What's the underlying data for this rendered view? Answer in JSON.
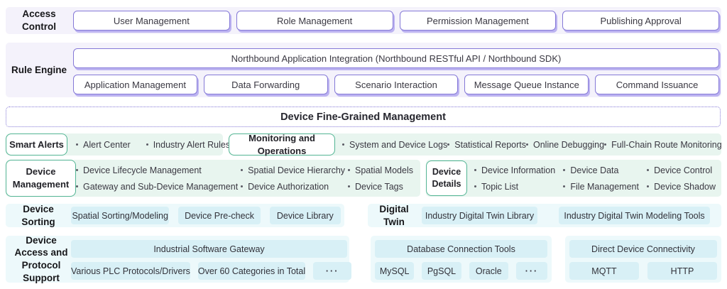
{
  "colors": {
    "purple_border": "#8579d7",
    "purple_shadow": "#bcb3f1",
    "lavender_panel": "#f4f2fb",
    "green_border": "#52b493",
    "mint_panel": "#e8f5ef",
    "cyan_panel": "#edf9fb",
    "cyan_box": "#d8f0f6",
    "text": "#3a3842"
  },
  "access_control": {
    "label": "Access Control",
    "items": [
      "User Management",
      "Role Management",
      "Permission Management",
      "Publishing Approval"
    ]
  },
  "rule_engine": {
    "label": "Rule Engine",
    "top_item": "Northbound Application Integration (Northbound RESTful API / Northbound SDK)",
    "items": [
      "Application Management",
      "Data Forwarding",
      "Scenario Interaction",
      "Message Queue Instance",
      "Command Issuance"
    ]
  },
  "fine_grained": {
    "title": "Device Fine-Grained Management"
  },
  "smart_alerts": {
    "label": "Smart Alerts",
    "items": [
      "Alert Center",
      "Industry Alert Rules"
    ]
  },
  "monitoring": {
    "label": "Monitoring and Operations",
    "items": [
      "System and Device Logs",
      "Statistical Reports",
      "Online Debugging",
      "Full-Chain Route Monitoring"
    ]
  },
  "device_management": {
    "label": "Device Management",
    "columns": [
      [
        "Device Lifecycle Management",
        "Gateway and Sub-Device Management"
      ],
      [
        "Spatial Device Hierarchy",
        "Device Authorization"
      ],
      [
        "Spatial Models",
        "Device Tags"
      ]
    ]
  },
  "device_details": {
    "label": "Device Details",
    "columns": [
      [
        "Device Information",
        "Topic List"
      ],
      [
        "Device Data",
        "File Management"
      ],
      [
        "Device Control",
        "Device Shadow"
      ]
    ]
  },
  "device_sorting": {
    "label": "Device Sorting",
    "items": [
      "Spatial Sorting/Modeling",
      "Device Pre-check",
      "Device Library"
    ]
  },
  "digital_twin": {
    "label": "Digital Twin",
    "items": [
      "Industry Digital Twin Library",
      "Industry Digital Twin Modeling Tools"
    ]
  },
  "device_access": {
    "label": "Device Access and Protocol Support",
    "gateway": "Industrial Software Gateway",
    "items": [
      "Various PLC Protocols/Drivers",
      "Over 60 Categories in Total"
    ],
    "more": "···"
  },
  "database_tools": {
    "title": "Database Connection Tools",
    "items": [
      "MySQL",
      "PgSQL",
      "Oracle"
    ],
    "more": "···"
  },
  "direct_connectivity": {
    "title": "Direct Device Connectivity",
    "items": [
      "MQTT",
      "HTTP"
    ]
  }
}
